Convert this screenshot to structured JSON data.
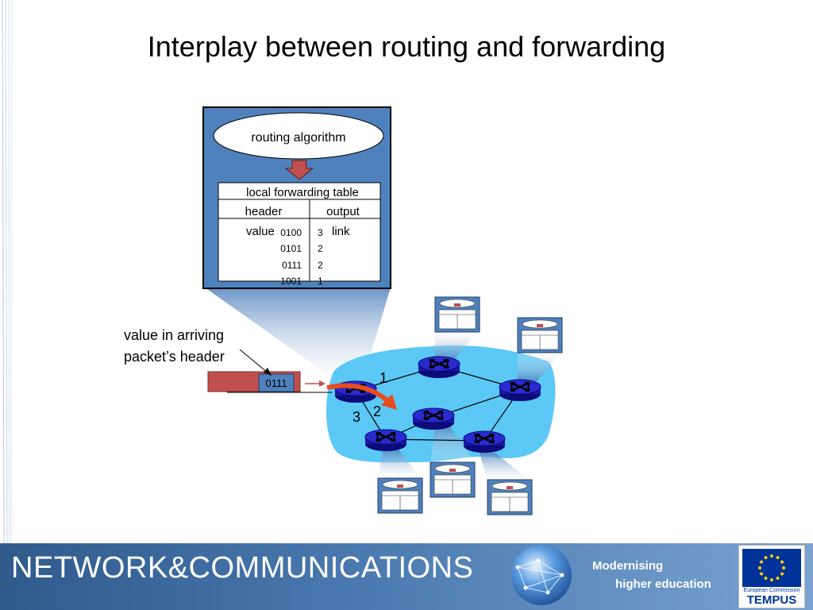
{
  "slide": {
    "title": "Interplay between routing and forwarding"
  },
  "diagram": {
    "routing_algorithm": "routing algorithm",
    "table": {
      "title": "local forwarding table",
      "header_col": "header",
      "header_col_sub": "value",
      "output_col": "output",
      "output_col_sub": "link",
      "rows": [
        {
          "header": "0100",
          "output": "3"
        },
        {
          "header": "0101",
          "output": "2"
        },
        {
          "header": "0111",
          "output": "2"
        },
        {
          "header": "1001",
          "output": "1"
        }
      ]
    },
    "annotation_line1": "value in arriving",
    "annotation_line2": "packet’s header",
    "packet_value": "0111",
    "link_labels": [
      "1",
      "2",
      "3"
    ]
  },
  "footer": {
    "title": "NETWORK&COMMUNICATIONS",
    "tagline1": "Modernising",
    "tagline2": "higher education",
    "eu_caption": "European Commission",
    "eu_program": "TEMPUS"
  },
  "colors": {
    "cloud": "#5bc8f5",
    "router": "#1a1aa0",
    "table_frame": "#4f81bd",
    "packet": "#c0504d",
    "arrow": "#e84c1f"
  }
}
